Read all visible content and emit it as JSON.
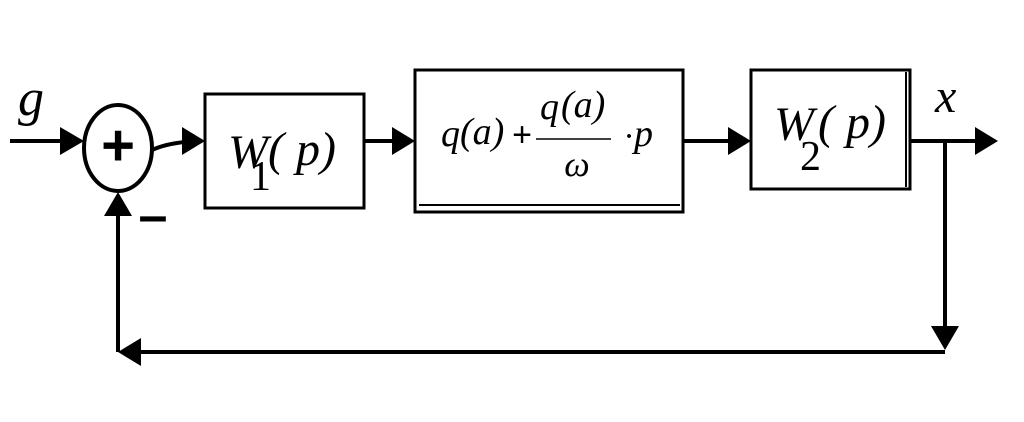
{
  "input_label": "g",
  "output_label": "x",
  "summing_junction": {
    "plus_sign": "+",
    "minus_sign": "–"
  },
  "block1": {
    "base": "W",
    "sub": "1",
    "arg": "( p)"
  },
  "block2": {
    "term1_q": "q",
    "term1_arg": "(a)",
    "plus": "+",
    "frac_num_q": "q",
    "frac_num_arg": "(a)",
    "frac_den": "ω",
    "dot": "·",
    "p": "p"
  },
  "block3": {
    "base": "W",
    "sub": "2",
    "arg": "( p)"
  }
}
